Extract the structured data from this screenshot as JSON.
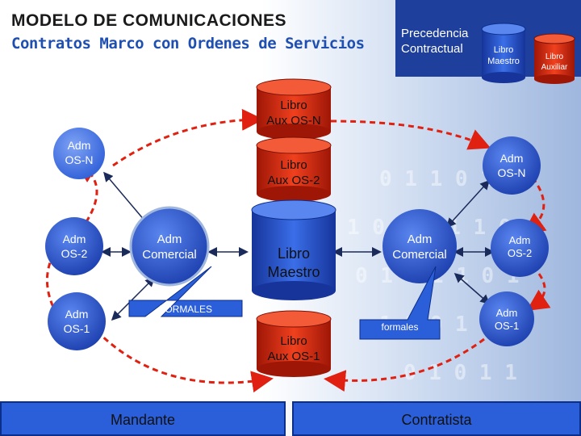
{
  "title": "MODELO DE COMUNICACIONES",
  "subtitle": "Contratos Marco con Ordenes de Servicios",
  "precedence": {
    "line1": "Precedencia",
    "line2": "Contractual",
    "libro_maestro": [
      "Libro",
      "Maestro"
    ],
    "libro_auxiliar": [
      "Libro",
      "Auxiliar"
    ]
  },
  "center": {
    "aux_n": [
      "Libro",
      "Aux OS-N"
    ],
    "aux_2": [
      "Libro",
      "Aux OS-2"
    ],
    "maestro": [
      "Libro",
      "Maestro"
    ],
    "aux_1": [
      "Libro",
      "Aux OS-1"
    ]
  },
  "left": {
    "adm_n": [
      "Adm",
      "OS-N"
    ],
    "adm_2": [
      "Adm",
      "OS-2"
    ],
    "adm_1": [
      "Adm",
      "OS-1"
    ],
    "comercial": [
      "Adm",
      "Comercial"
    ],
    "callout": "FORMALES"
  },
  "right": {
    "adm_n": [
      "Adm",
      "OS-N"
    ],
    "adm_2": [
      "Adm",
      "OS-2"
    ],
    "adm_1": [
      "Adm",
      "OS-1"
    ],
    "comercial": [
      "Adm",
      "Comercial"
    ],
    "callout": "formales"
  },
  "footer": {
    "left": "Mandante",
    "right": "Contratista"
  },
  "colors": {
    "blue": "#1e3f9c",
    "bright_blue": "#2b5fd9",
    "red": "#e02010",
    "dark_red": "#b01a08"
  }
}
